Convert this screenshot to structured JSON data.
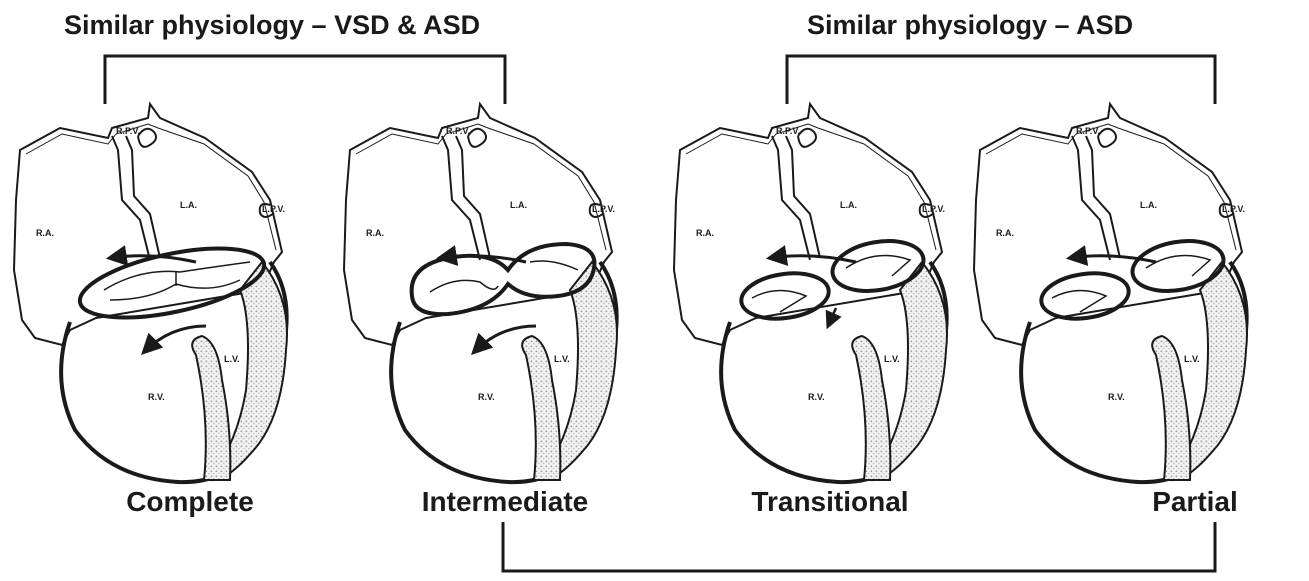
{
  "titles": {
    "left": "Similar physiology – VSD & ASD",
    "right": "Similar physiology – ASD"
  },
  "hearts": [
    {
      "caption": "Complete",
      "valve": "common-annulus",
      "arrows": [
        "atrial",
        "ventricular"
      ]
    },
    {
      "caption": "Intermediate",
      "valve": "tongue-connected",
      "arrows": [
        "atrial",
        "ventricular"
      ]
    },
    {
      "caption": "Transitional",
      "valve": "two-orifices-small-vsd",
      "arrows": [
        "atrial",
        "small-ventricular"
      ]
    },
    {
      "caption": "Partial",
      "valve": "two-orifices",
      "arrows": [
        "atrial"
      ]
    }
  ],
  "heart_labels": {
    "rpv": "R.P.V.",
    "lpv": "L.P.V.",
    "ra": "R.A.",
    "la": "L.A.",
    "rv": "R.V.",
    "lv": "L.V."
  },
  "colors": {
    "ink": "#1a1a1a",
    "shading": "#b8b8b8",
    "background": "#ffffff"
  }
}
